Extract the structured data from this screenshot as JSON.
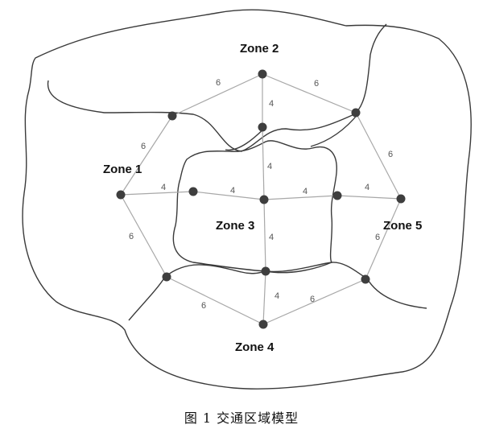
{
  "zones": {
    "zone1": "Zone 1",
    "zone2": "Zone 2",
    "zone3": "Zone 3",
    "zone4": "Zone 4",
    "zone5": "Zone 5"
  },
  "edges": [
    {
      "id": "n-nw",
      "weight": "6"
    },
    {
      "id": "n-ne",
      "weight": "6"
    },
    {
      "id": "n-ni",
      "weight": "4"
    },
    {
      "id": "nw-w",
      "weight": "6"
    },
    {
      "id": "ne-e",
      "weight": "6"
    },
    {
      "id": "w-wi",
      "weight": "4"
    },
    {
      "id": "wi-c",
      "weight": "4"
    },
    {
      "id": "c-ei",
      "weight": "4"
    },
    {
      "id": "ei-e",
      "weight": "4"
    },
    {
      "id": "ni-c",
      "weight": "4"
    },
    {
      "id": "c-si",
      "weight": "4"
    },
    {
      "id": "w-sw",
      "weight": "6"
    },
    {
      "id": "e-se",
      "weight": "6"
    },
    {
      "id": "sw-s",
      "weight": "6"
    },
    {
      "id": "si-s",
      "weight": "4"
    },
    {
      "id": "s-se",
      "weight": "6"
    }
  ],
  "caption": "图 1  交通区域模型",
  "colors": {
    "boundary": "#3a3a3a",
    "edge": "#a8a8a8",
    "node": "#3e3e3e"
  }
}
